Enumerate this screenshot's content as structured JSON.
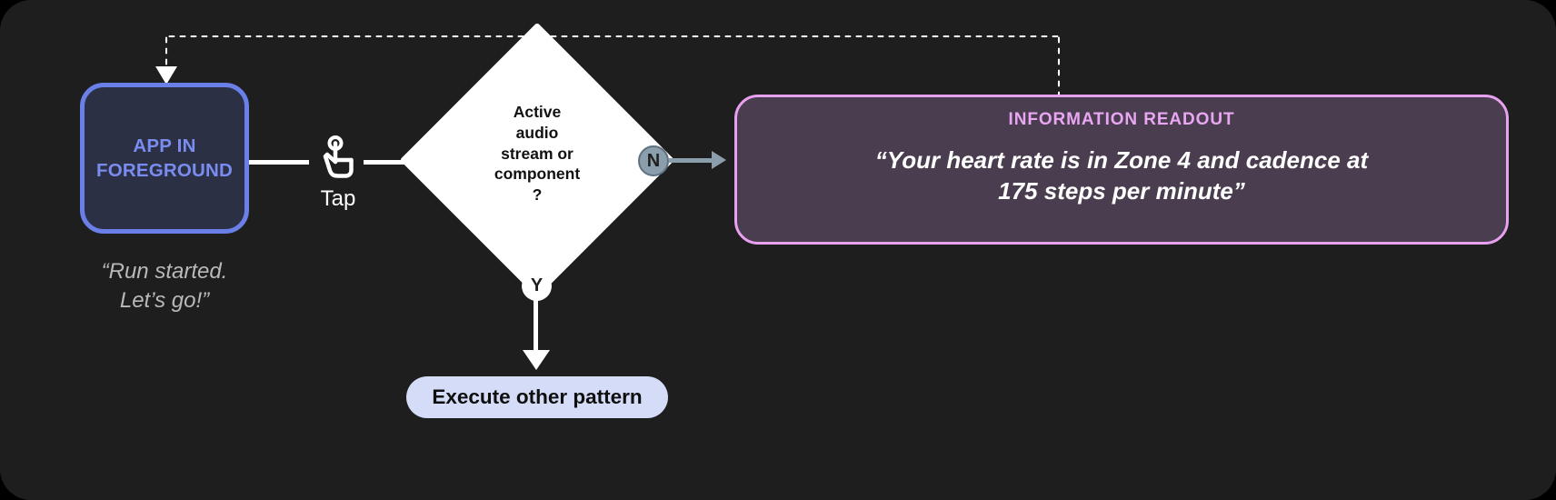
{
  "canvas": {
    "background": "#1e1e1e",
    "outer_background": "#000000"
  },
  "nodes": {
    "app": {
      "label_line1": "APP IN",
      "label_line2": "FOREGROUND",
      "text_color": "#7a8cf0",
      "fill": "#2b3045",
      "border": "#6b7fe8",
      "caption_line1": "“Run started.",
      "caption_line2": "Let’s go!”",
      "caption_color": "#b9b9b9"
    },
    "gesture": {
      "icon": "tap-gesture-icon",
      "label": "Tap",
      "color": "#ffffff"
    },
    "decision": {
      "line1": "Active",
      "line2": "audio",
      "line3": "stream or",
      "line4": "component",
      "line5": "?",
      "fill": "#ffffff",
      "text_color": "#111111"
    },
    "branch_no": {
      "badge": "N",
      "badge_fill": "#8a9eac",
      "badge_text_color": "#1e1e1e",
      "connector_color": "#8a9eac"
    },
    "branch_yes": {
      "badge": "Y",
      "badge_fill": "#ffffff",
      "badge_text_color": "#1e1e1e",
      "connector_color": "#ffffff"
    },
    "pattern_pill": {
      "label": "Execute other pattern",
      "fill": "#d4dcf8",
      "text_color": "#0f0f0f"
    },
    "readout": {
      "title": "INFORMATION READOUT",
      "title_color": "#e9a6f2",
      "quote_line1": "“Your heart rate is in Zone 4 and cadence at",
      "quote_line2": "175 steps per minute”",
      "quote_color": "#ffffff",
      "fill": "#4a3d4f",
      "border": "#e8a0f0"
    }
  },
  "connectors": {
    "feedback_loop": {
      "style": "dotted",
      "color": "#ffffff",
      "from": "readout",
      "to": "app"
    }
  }
}
